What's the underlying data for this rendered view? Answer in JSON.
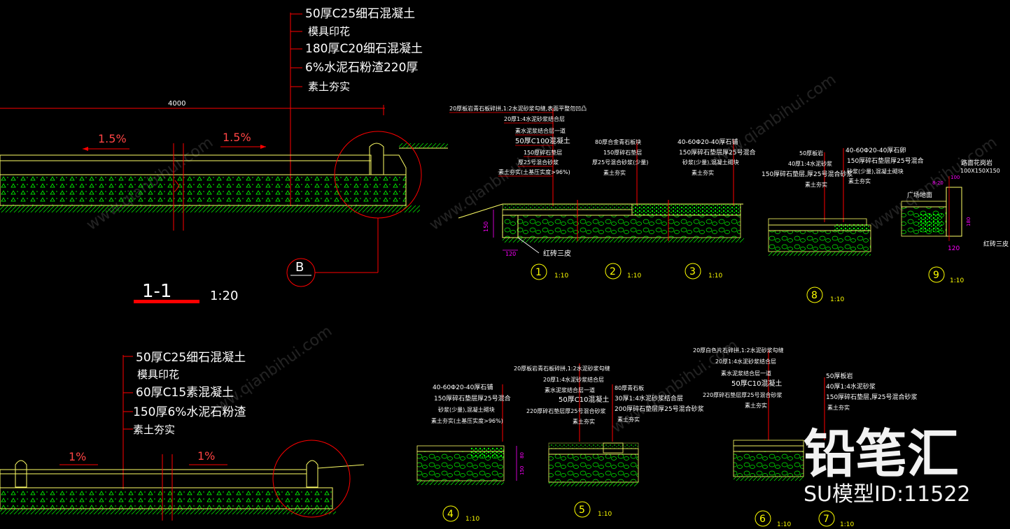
{
  "colors": {
    "background": "#000000",
    "text": "#ffffff",
    "line": "#ff0000",
    "fill": "#ffff66",
    "hatch": "#00ff00",
    "dim": "#ff00ff",
    "number": "#ffff00",
    "watermark": "#ffffff"
  },
  "section_top": {
    "layers": [
      "50厚C25细石混凝土",
      "模具印花",
      "180厚C20细石混凝土",
      "6%水泥石粉渣220厚",
      "素土夯实"
    ],
    "width_dim": "4000",
    "slope_left": "1.5%",
    "slope_right": "1.5%",
    "callout": "B",
    "title": "1-1",
    "scale": "1:20"
  },
  "section_bottom": {
    "layers": [
      "50厚C25细石混凝土",
      "模具印花",
      "60厚C15素混凝土",
      "150厚6%水泥石粉渣",
      "素土夯实"
    ],
    "slope_left": "1%",
    "slope_right": "1%"
  },
  "details": {
    "d123": {
      "notes_col1": [
        "20厚板岩青石板碎拼,1:2水泥砂浆勾缝,表面平整勿凹凸",
        "20厚1:4水泥砂浆结合层",
        "素水泥浆结合层一道",
        "50厚C100混凝土",
        "150厚碎石垫层",
        "厚25号混合砂浆",
        "素土夯实(土基压实度>96%)"
      ],
      "notes_col2": [
        "80厚合金青石板块",
        "150厚碎石垫层",
        "厚25号混合砂浆(少量)",
        "素土夯实"
      ],
      "notes_col3": [
        "40-60Φ20-40厚石铺",
        "150厚碎石垫层厚25号混合",
        "砂浆(少量),混凝土砌块",
        "素土夯实"
      ],
      "labels": [
        "1",
        "2",
        "3"
      ],
      "scale": "1:10",
      "brick": "红砖三皮",
      "dims": [
        "120",
        "150"
      ]
    },
    "d8": {
      "notes_a": [
        "50厚板岩",
        "40厚1:4水泥砂浆",
        "150厚碎石垫层,厚25号混合砂浆",
        "素土夯实"
      ],
      "notes_b": [
        "40-60Φ20-40厚石卵",
        "150厚碎石垫层厚25号混合",
        "砂浆(少量),混凝土砌块",
        "素土夯实"
      ],
      "label": "8",
      "scale": "1:10"
    },
    "d9": {
      "plaza": "广场地面",
      "curb": "路面花岗岩",
      "curb_size": "100X150X150",
      "brick": "红砖三皮",
      "dims": [
        "100",
        "8-20",
        "180",
        "120"
      ],
      "label": "9",
      "scale": "1:10"
    },
    "d45": {
      "notes_4": [
        "40-60Φ20-40厚石铺",
        "150厚碎石垫层厚25号混合",
        "砂浆(少量),混凝土砌块",
        "素土夯实(土基压实度>96%)"
      ],
      "notes_5": [
        "20厚板岩青石板碎拼,1:2水泥砂浆勾缝",
        "20厚1:4水泥砂浆结合层",
        "素水泥浆结合层一道",
        "50厚C10混凝土",
        "220厚碎石垫层厚25号混合砂浆",
        "素土夯实"
      ],
      "notes_5b": [
        "80厚青石板",
        "30厚1:4水泥砂浆结合层",
        "200厚碎石垫层厚25号混合砂浆",
        "素土夯实"
      ],
      "dims": [
        "80",
        "150"
      ],
      "labels": [
        "4",
        "5"
      ],
      "scale": "1:10"
    },
    "d67": {
      "notes_6": [
        "20厚白色片石碎拼,1:2水泥砂浆勾缝",
        "20厚1:4水泥砂浆结合层",
        "素水泥浆结合层一道",
        "50厚C10混凝土",
        "220厚碎石垫层厚25号混合砂浆",
        "素土夯实"
      ],
      "notes_7": [
        "50厚板岩",
        "40厚1:4水泥砂浆",
        "150厚碎石垫层,厚25号混合砂浆",
        "素土夯实"
      ],
      "labels": [
        "6",
        "7"
      ],
      "scale": "1:10"
    }
  },
  "watermark": {
    "brand": "铅笔汇",
    "model_id": "SU模型ID:11522"
  }
}
